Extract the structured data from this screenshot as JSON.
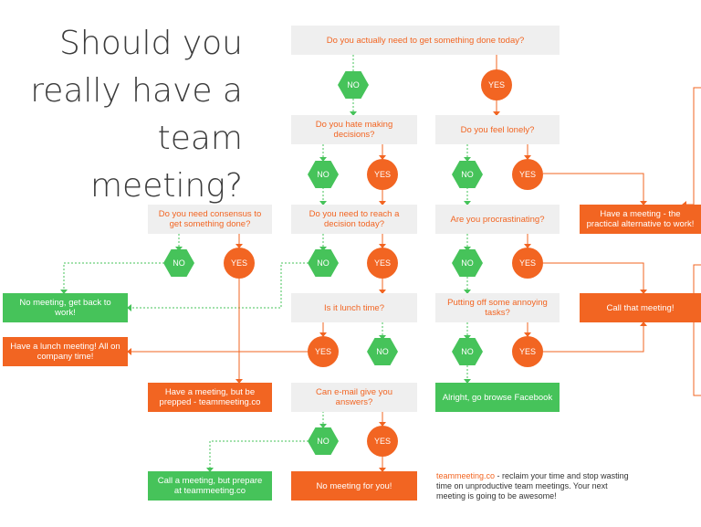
{
  "title": {
    "line1": "Should you",
    "line2": "really have a",
    "line3": "team meeting?"
  },
  "nodes": {
    "q_get_done": "Do you actually need to get something done today?",
    "no1": "NO",
    "yes1": "YES",
    "q_hate_decisions": "Do you hate making decisions?",
    "q_lonely": "Do you feel lonely?",
    "no_hate": "NO",
    "yes_hate": "YES",
    "no_lonely": "NO",
    "yes_lonely": "YES",
    "q_consensus": "Do you need consensus to get something done?",
    "q_reach_decision": "Do you need to reach a decision today?",
    "q_procrastinating": "Are you procrastinating?",
    "r_practical": "Have a meeting - the practical alternative to work!",
    "no_consensus": "NO",
    "yes_consensus": "YES",
    "no_reach": "NO",
    "yes_reach": "YES",
    "no_procr": "NO",
    "yes_procr": "YES",
    "r_no_meeting_work": "No meeting, get back to work!",
    "q_lunch": "Is it lunch time?",
    "q_putting_off": "Putting off some annoying tasks?",
    "r_call_meeting": "Call that meeting!",
    "r_lunch_meeting": "Have a lunch meeting! All on company time!",
    "yes_lunch": "YES",
    "no_lunch": "NO",
    "no_putoff": "NO",
    "yes_putoff": "YES",
    "r_prepped": "Have a meeting, but be prepped - teammeeting.co",
    "q_email": "Can e-mail give you answers?",
    "r_facebook": "Alright, go browse Facebook",
    "no_email": "NO",
    "yes_email": "YES",
    "r_call_prepare": "Call a meeting, but prepare at teammeeting.co",
    "r_no_meeting_you": "No meeting for you!"
  },
  "footer": {
    "brand": "teammeeting.co",
    "text": " - reclaim your time and stop wasting time on unproductive team meetings. Your next meeting is going to be awesome!"
  },
  "colors": {
    "green": "#46c35a",
    "orange": "#f26522",
    "box_grey": "#efefef",
    "title": "#3b3b3b"
  }
}
